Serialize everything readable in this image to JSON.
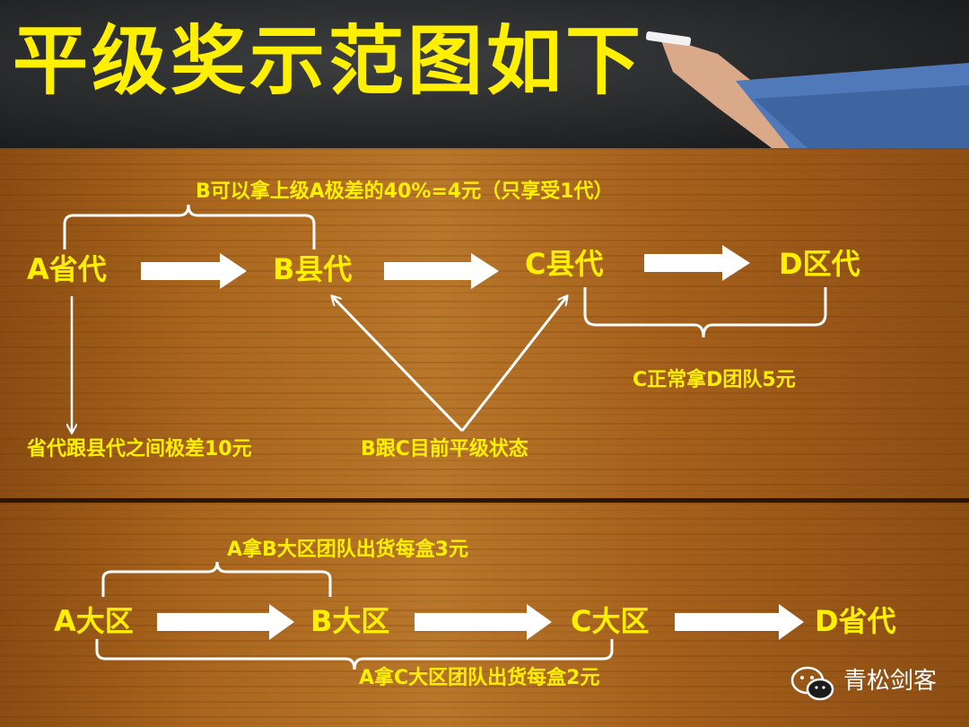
{
  "title": "平级奖示范图如下",
  "top_diagram": {
    "nodes": {
      "a": "A省代",
      "b": "B县代",
      "c": "C县代",
      "d": "D区代"
    },
    "notes": {
      "ab_bracket": "B可以拿上级A极差的40%=4元（只享受1代）",
      "cd_bracket": "C正常拿D团队5元",
      "a_down": "省代跟县代之间极差10元",
      "bc_status": "B跟C目前平级状态"
    }
  },
  "bottom_diagram": {
    "nodes": {
      "a": "A大区",
      "b": "B大区",
      "c": "C大区",
      "d": "D省代"
    },
    "notes": {
      "ab_bracket": "A拿B大区团队出货每盒3元",
      "ac_bracket": "A拿C大区团队出货每盒2元"
    }
  },
  "brand": {
    "icon": "wechat-icon",
    "name": "青松剑客"
  },
  "colors": {
    "text_accent": "#ffef00",
    "arrow": "#ffffff",
    "board": "#2b2d2e",
    "wood": "#a9651d"
  }
}
